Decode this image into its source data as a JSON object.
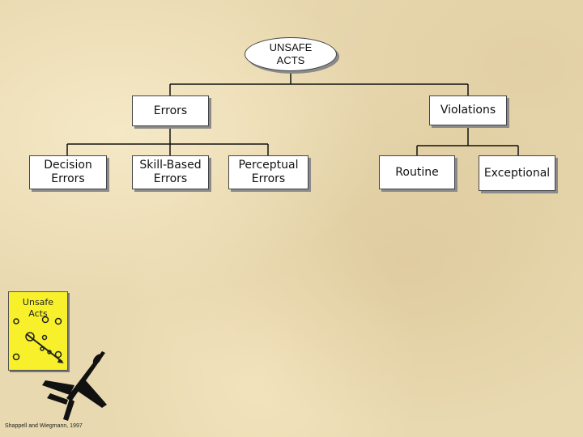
{
  "diagram": {
    "root": {
      "label": "UNSAFE\nACTS"
    },
    "errors": {
      "label": "Errors",
      "children": [
        {
          "label": "Decision\nErrors"
        },
        {
          "label": "Skill-Based\nErrors"
        },
        {
          "label": "Perceptual\nErrors"
        }
      ]
    },
    "violations": {
      "label": "Violations",
      "children": [
        {
          "label": "Routine"
        },
        {
          "label": "Exceptional"
        }
      ]
    }
  },
  "logo": {
    "title": "Unsafe\nActs",
    "icon": "aircraft-silhouette-icon",
    "background_color": "#f7f02a"
  },
  "credit": "Shappell and Wiegmann, 1997"
}
